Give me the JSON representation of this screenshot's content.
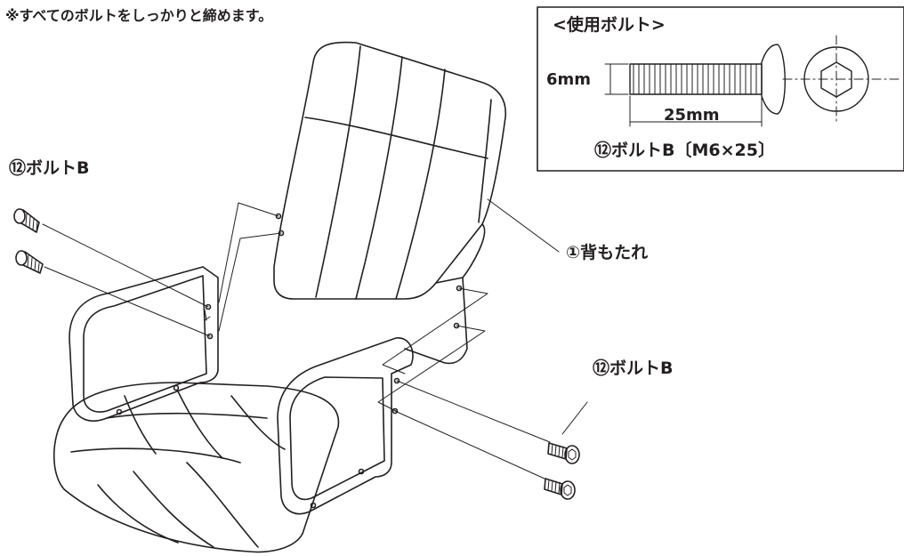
{
  "instruction": "※すべてのボルトをしっかりと締めます。",
  "labels": {
    "bolt_left": "⑫ボルトB",
    "back_rest": "①背もたれ",
    "bolt_right": "⑫ボルトB"
  },
  "spec_box": {
    "title": "<使用ボルト>",
    "diameter": "6mm",
    "length": "25mm",
    "bolt_name": "⑫ボルトB〔M6×25〕"
  },
  "colors": {
    "line": "#231f20",
    "background": "#ffffff"
  }
}
